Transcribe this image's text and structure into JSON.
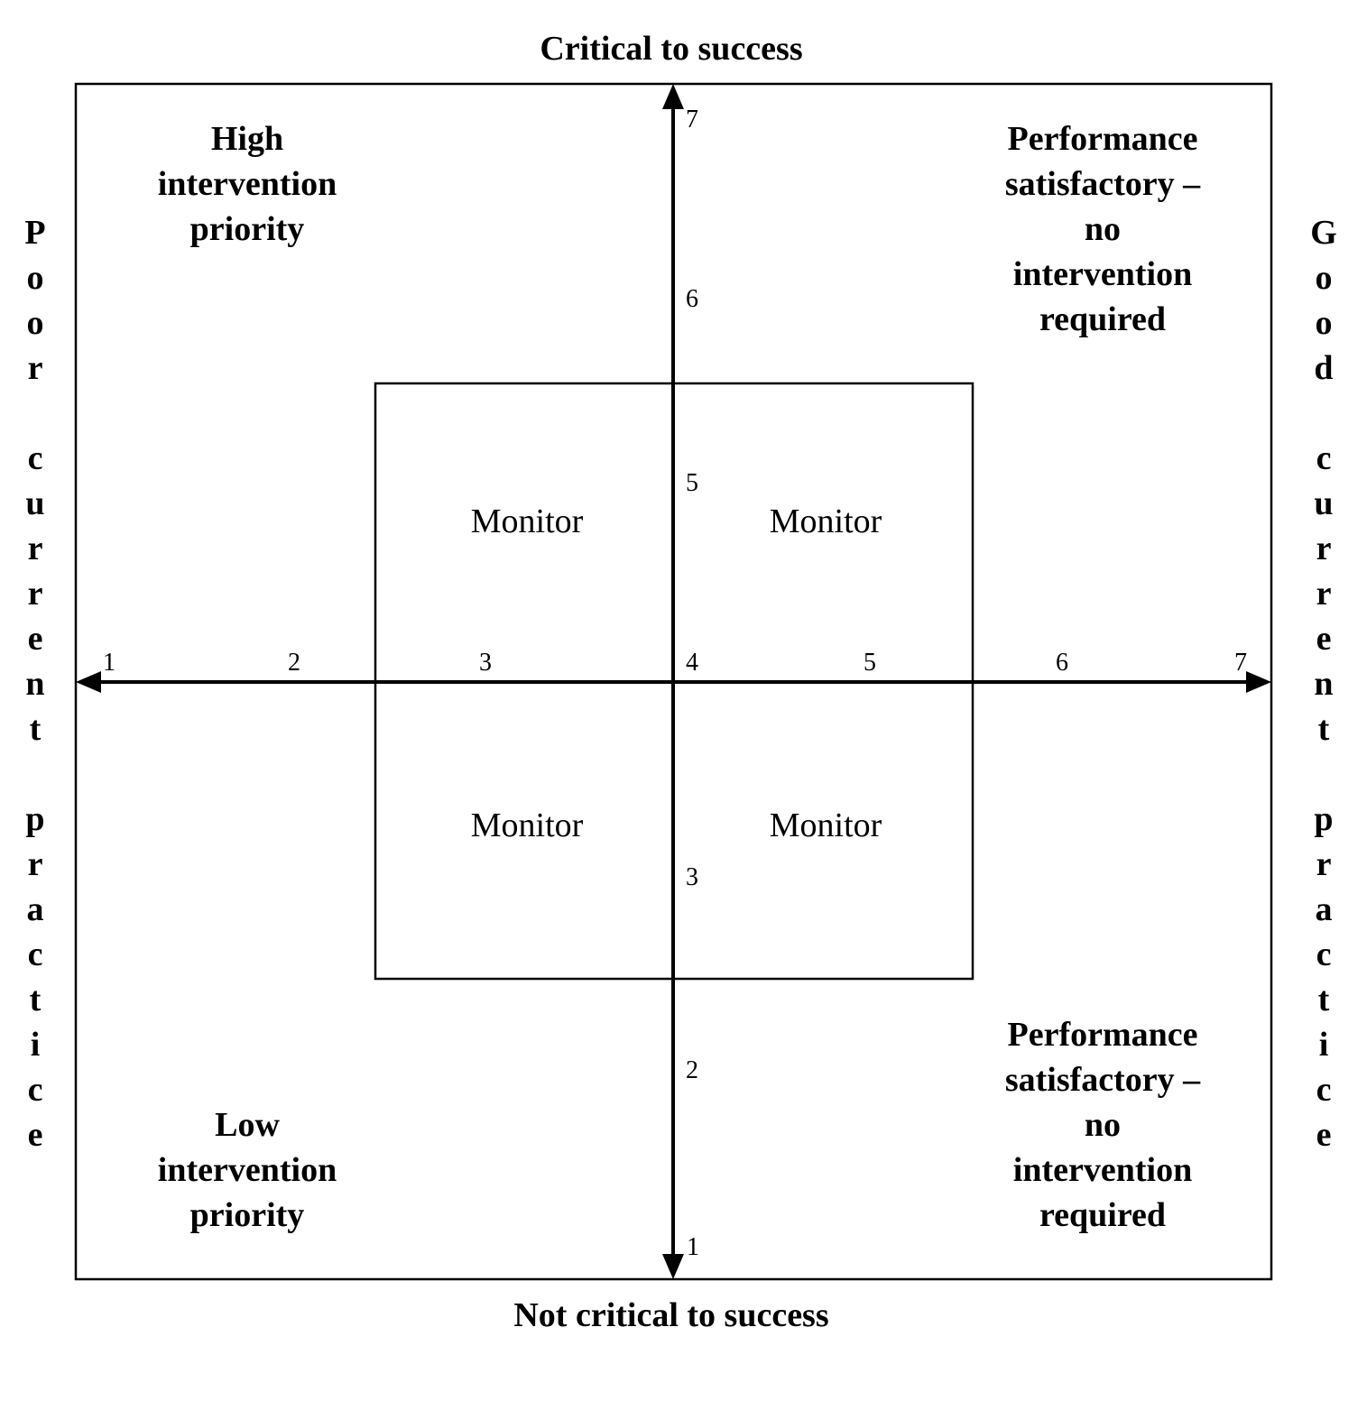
{
  "labels": {
    "top": "Critical to success",
    "bottom": "Not critical to success",
    "left": "Poor current practice",
    "right": "Good current practice"
  },
  "quadrants": {
    "top_left": [
      "High",
      "intervention",
      "priority"
    ],
    "top_right": [
      "Performance",
      "satisfactory –",
      "no",
      "intervention",
      "required"
    ],
    "bottom_left": [
      "Low",
      "intervention",
      "priority"
    ],
    "bottom_right": [
      "Performance",
      "satisfactory –",
      "no",
      "intervention",
      "required"
    ]
  },
  "monitor": {
    "top_left": "Monitor",
    "top_right": "Monitor",
    "bottom_left": "Monitor",
    "bottom_right": "Monitor"
  },
  "axes": {
    "x_ticks": [
      "1",
      "2",
      "3",
      "4",
      "5",
      "6",
      "7"
    ],
    "y_ticks": [
      "1",
      "2",
      "3",
      "5",
      "6",
      "7"
    ]
  }
}
